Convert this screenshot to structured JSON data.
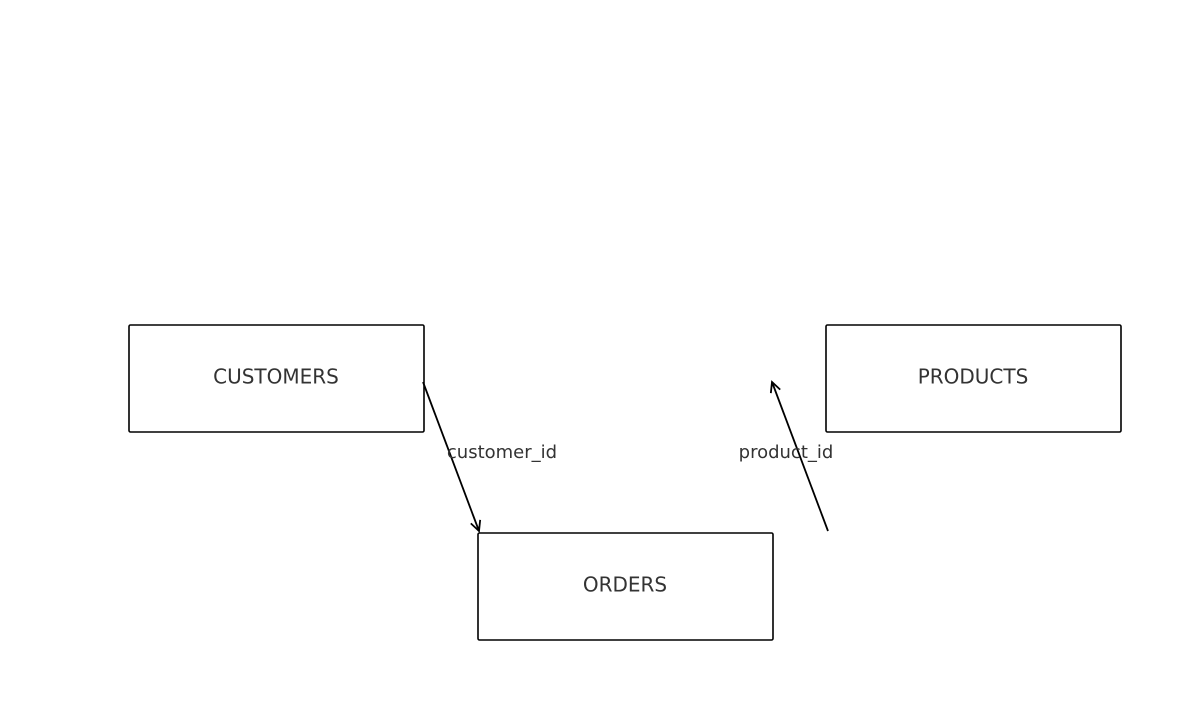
{
  "diagram": {
    "entities": {
      "customers": "CUSTOMERS",
      "products": "PRODUCTS",
      "orders": "ORDERS"
    },
    "relationships": {
      "customers_orders": "customer_id",
      "orders_products": "product_id"
    }
  },
  "colors": {
    "background": "#ffffff",
    "box_stroke": "#000000",
    "text": "#333333"
  }
}
